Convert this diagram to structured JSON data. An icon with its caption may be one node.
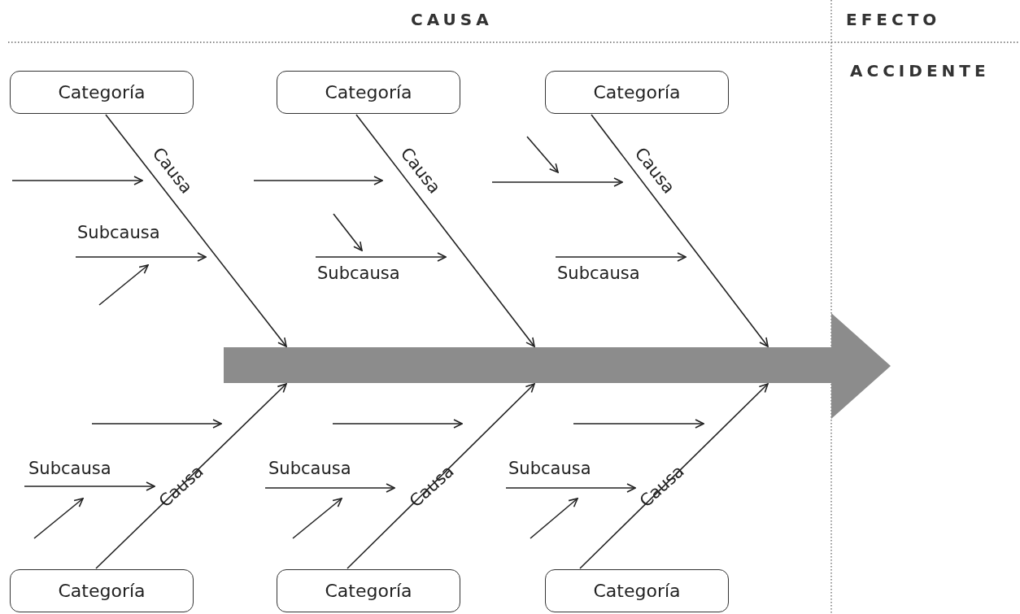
{
  "diagram": {
    "nodes": [
      {
        "text": [
          "Categoría"
        ]
      },
      {
        "text": [
          "Categoría"
        ]
      },
      {
        "text": [
          "Categoría"
        ]
      },
      {
        "text": [],
        "shape": "bar"
      },
      {
        "text": [
          "Categoría"
        ]
      },
      {
        "text": [
          "Categoría"
        ]
      },
      {
        "text": [
          "Categoría"
        ]
      }
    ],
    "edges": [
      {
        "from": 0,
        "to": 3,
        "arrow": "to",
        "label": "Causa"
      },
      {
        "from": 1,
        "to": 3,
        "arrow": "to",
        "label": "Causa"
      },
      {
        "from": 2,
        "to": 3,
        "arrow": "to",
        "label": "Causa"
      },
      {
        "from": 4,
        "to": 3,
        "arrow": "to",
        "label": "Causa"
      },
      {
        "from": 5,
        "to": 3,
        "arrow": "to",
        "label": "Causa"
      },
      {
        "from": 6,
        "to": 3,
        "arrow": "to",
        "label": "Causa"
      }
    ],
    "labels": [
      "CAUSA",
      "EFECTO",
      "ACCIDENTE",
      "Subcausa",
      "Subcausa",
      "Subcausa",
      "Subcausa",
      "Subcausa",
      "Subcausa"
    ]
  }
}
